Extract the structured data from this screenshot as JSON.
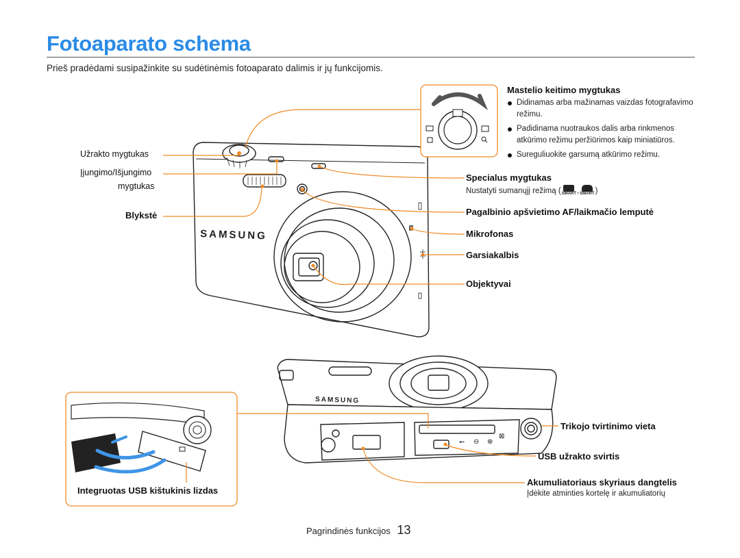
{
  "title": "Fotoaparato schema",
  "intro": "Prieš pradėdami susipažinkite su sudėtinėmis fotoaparato dalimis ir jų funkcijomis.",
  "labels_left": {
    "shutter": "Užrakto mygtukas",
    "power_line1": "Įjungimo/Išjungimo",
    "power_line2": "mygtukas",
    "flash": "Blykstė"
  },
  "zoom": {
    "heading": "Mastelio keitimo mygtukas",
    "bullets": [
      "Didinamas arba mažinamas vaizdas fotografavimo režimu.",
      "Padidinama nuotraukos dalis arba rinkmenos atkūrimo režimu peržiūrimos kaip miniatiūros.",
      "Sureguliuokite garsumą atkūrimo režimu."
    ]
  },
  "special": {
    "heading": "Specialus mygtukas",
    "desc_prefix": "Nustatyti sumanųjį režimą (",
    "desc_sep": ", ",
    "desc_suffix": ")",
    "icon_text": "SMART"
  },
  "labels_right": {
    "af_lamp": "Pagalbinio apšvietimo AF/laikmačio lemputė",
    "mic": "Mikrofonas",
    "speaker": "Garsiakalbis",
    "lens": "Objektyvai",
    "tripod": "Trikojo tvirtinimo vieta",
    "usb_latch": "USB užrakto svirtis",
    "battery_cover": "Akumuliatoriaus skyriaus dangtelis",
    "battery_desc": "Įdėkite atminties kortelę ir akumuliatorių"
  },
  "usb_box": {
    "caption": "Integruotas USB kištukinis lizdas"
  },
  "brand": "SAMSUNG",
  "footer": {
    "section": "Pagrindinės funkcijos",
    "page": "13"
  },
  "colors": {
    "title": "#2b8be6",
    "callout": "#f08a24",
    "rule": "#555555"
  }
}
